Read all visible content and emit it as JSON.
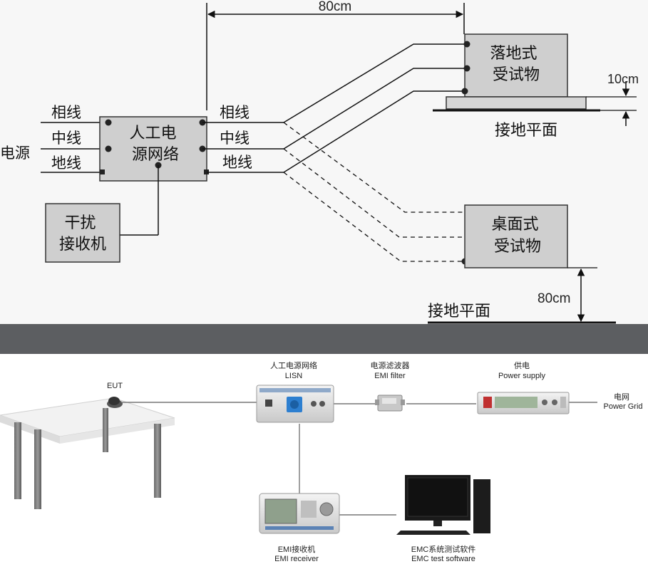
{
  "top": {
    "dim_80cm_top": "80cm",
    "floor_eut": "落地式\n受试物",
    "dim_10cm": "10cm",
    "ground_plane_1": "接地平面",
    "left_phase": "相线",
    "left_neutral": "中线",
    "left_earth": "地线",
    "mains": "电源",
    "lisn": "人工电\n源网络",
    "right_phase": "相线",
    "right_neutral": "中线",
    "right_earth": "地线",
    "receiver": "干扰\n接收机",
    "table_eut": "桌面式\n受试物",
    "dim_80cm_side": "80cm",
    "ground_plane_2": "接地平面"
  },
  "bottom": {
    "eut": "EUT",
    "lisn_cn": "人工电源网络",
    "lisn_en": "LISN",
    "filter_cn": "电源滤波器",
    "filter_en": "EMI filter",
    "supply_cn": "供电",
    "supply_en": "Power supply",
    "grid_cn": "电网",
    "grid_en": "Power Grid",
    "receiver_cn": "EMI接收机",
    "receiver_en": "EMI receiver",
    "software_cn": "EMC系统测试软件",
    "software_en": "EMC test software"
  },
  "colors": {
    "box_fill": "#cfcfcf",
    "band": "#5c5e61",
    "line": "#1a1a1a"
  }
}
